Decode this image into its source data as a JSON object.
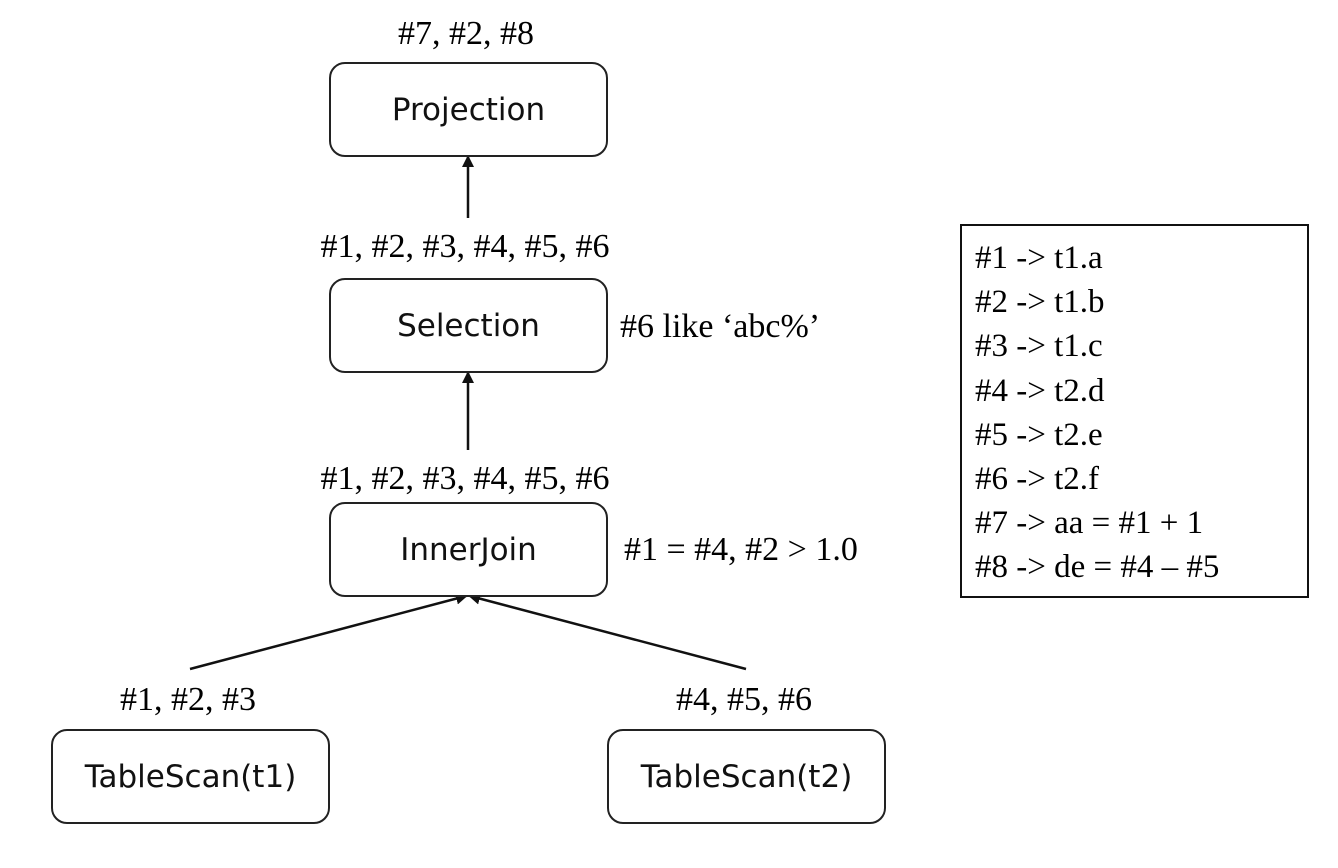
{
  "nodes": {
    "projection": {
      "label": "Projection",
      "columns": "#7, #2, #8"
    },
    "selection": {
      "label": "Selection",
      "columns": "#1, #2, #3, #4, #5, #6",
      "condition": "#6 like ‘abc%’"
    },
    "inner_join": {
      "label": "InnerJoin",
      "columns": "#1, #2, #3, #4, #5, #6",
      "condition": "#1 = #4, #2 > 1.0"
    },
    "table_scan_t1": {
      "label": "TableScan(t1)",
      "columns": "#1, #2, #3"
    },
    "table_scan_t2": {
      "label": "TableScan(t2)",
      "columns": "#4, #5, #6"
    }
  },
  "legend": [
    "#1 -> t1.a",
    "#2 -> t1.b",
    "#3 -> t1.c",
    "#4 -> t2.d",
    "#5 -> t2.e",
    "#6 -> t2.f",
    "#7 -> aa = #1 + 1",
    "#8 -> de = #4 – #5"
  ],
  "colors": {
    "stroke": "#222222",
    "text": "#000000",
    "background": "#ffffff"
  }
}
